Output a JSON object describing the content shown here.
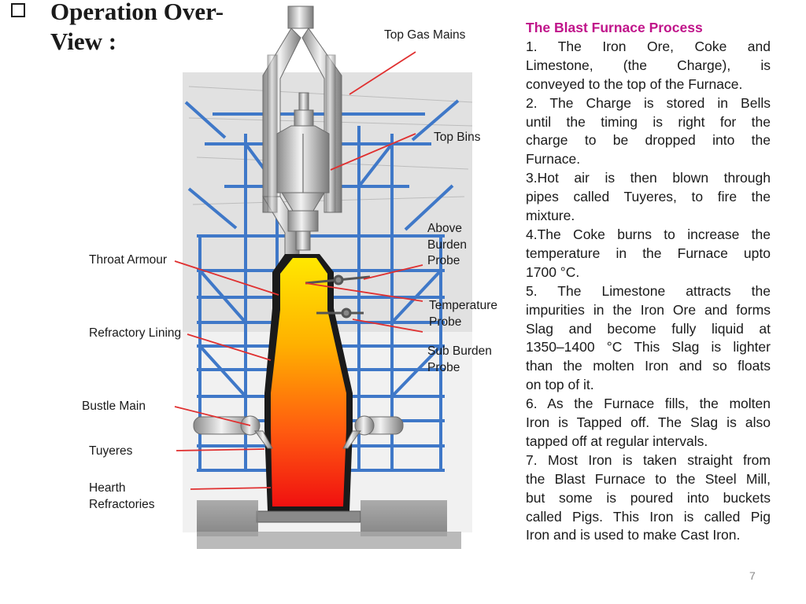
{
  "header": {
    "title_line1": "Operation Over-",
    "title_line2": "View :"
  },
  "labels": {
    "top_gas_mains": "Top Gas Mains",
    "top_bins": "Top Bins",
    "above_burden_1": "Above",
    "above_burden_2": "Burden",
    "above_burden_3": "Probe",
    "throat_armour": "Throat Armour",
    "temperature_1": "Temperature",
    "temperature_2": "Probe",
    "refractory_lining": "Refractory Lining",
    "sub_burden_1": "Sub Burden",
    "sub_burden_2": "Probe",
    "bustle_main": "Bustle Main",
    "tuyeres": "Tuyeres",
    "hearth_1": "Hearth",
    "hearth_2": "Refractories"
  },
  "process": {
    "title": "The Blast Furnace Process",
    "lines": [
      "1.       The  Iron  Ore,  Coke  and",
      "Limestone,      (the      Charge),      is",
      "conveyed to the top of the Furnace.",
      "2.    The  Charge  is  stored  in  Bells",
      "until   the   timing   is   right   for   the",
      "charge  to  be  dropped  into  the",
      "Furnace.",
      "3.Hot  air  is  then  blown  through",
      "pipes  called  Tuyeres,  to  fire  the",
      "mixture.",
      "4.The  Coke  burns  to  increase  the",
      "temperature  in  the  Furnace  upto",
      "1700 °C.",
      "5.      The  Limestone  attracts  the",
      "impurities in the Iron Ore and forms",
      "Slag  and  become  fully  liquid  at",
      "1350–1400  °C  This  Slag  is  lighter",
      "than the molten Iron and so floats",
      "on top of it.",
      "6.   As the Furnace fills, the molten",
      "Iron is Tapped off. The Slag is also",
      "tapped off at regular intervals.",
      "7.  Most  Iron  is  taken  straight  from",
      "the Blast Furnace to the Steel Mill,",
      "but  some  is  poured  into  buckets",
      "called  Pigs.  This  Iron  is  called  Pig",
      "Iron and is used to make Cast Iron."
    ]
  },
  "page_number": "7",
  "colors": {
    "title_accent": "#c0148a",
    "leader_line": "#e03030",
    "steel_frame": "#3f78c8",
    "furnace_top": "#ffe800",
    "furnace_bottom": "#f01010"
  }
}
